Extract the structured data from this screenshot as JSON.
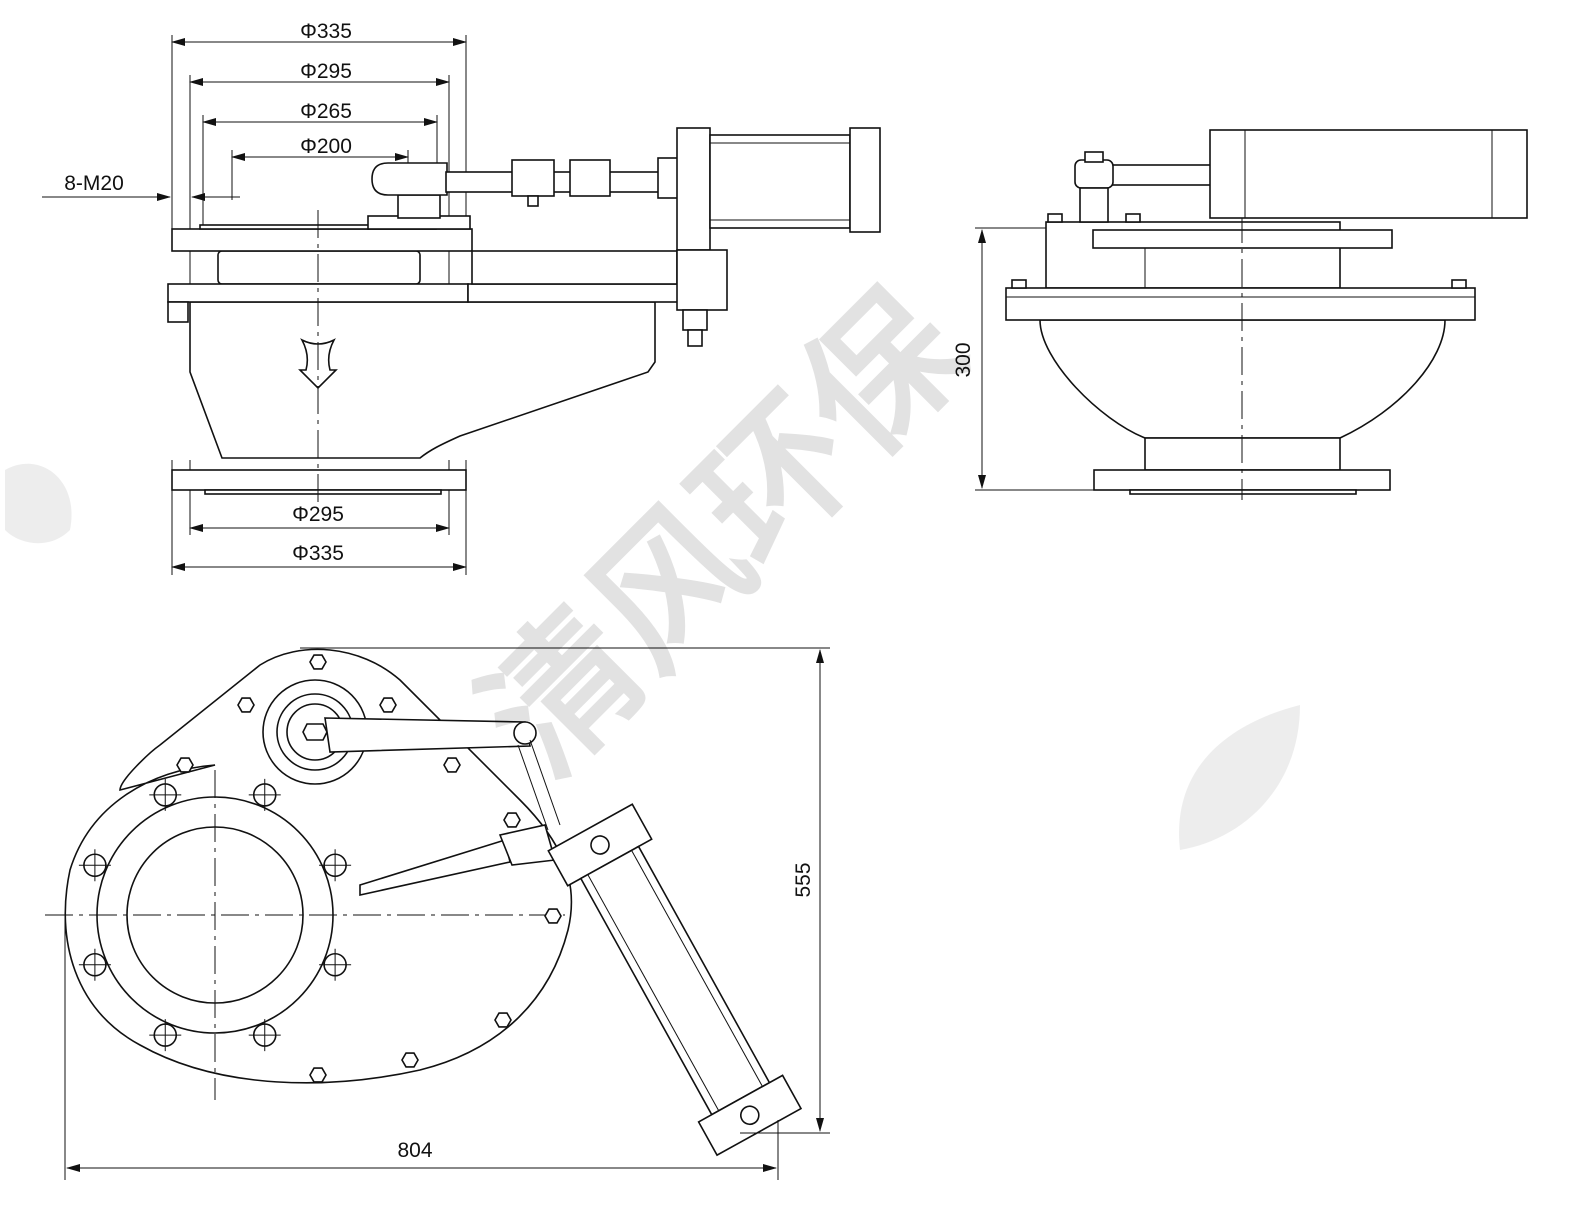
{
  "drawing": {
    "front_view": {
      "dim_top_outer": "Φ335",
      "dim_top_bolt_circle": "Φ295",
      "dim_top_seal": "Φ265",
      "dim_top_bore": "Φ200",
      "bolt_spec": "8-M20",
      "dim_bottom_bolt_circle": "Φ295",
      "dim_bottom_outer": "Φ335"
    },
    "side_view": {
      "dim_height": "300"
    },
    "plan_view": {
      "dim_depth": "555",
      "dim_width": "804"
    },
    "watermark": "清风环保"
  }
}
